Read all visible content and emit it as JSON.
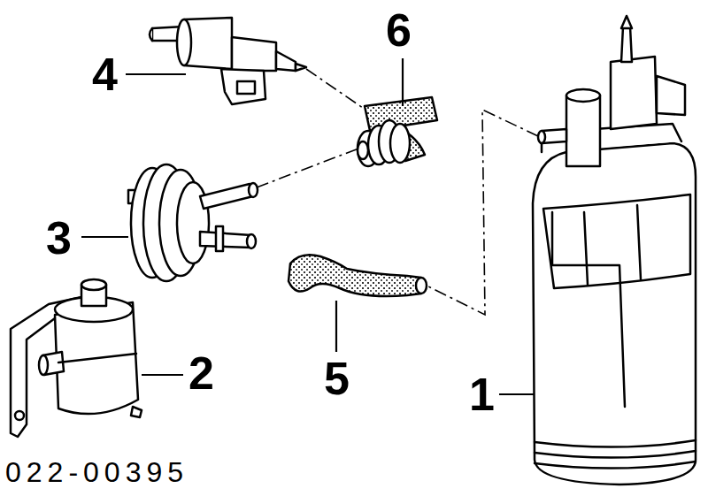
{
  "diagram": {
    "labels": [
      "4",
      "6",
      "3",
      "5",
      "2",
      "1",
      "022-00395"
    ]
  }
}
